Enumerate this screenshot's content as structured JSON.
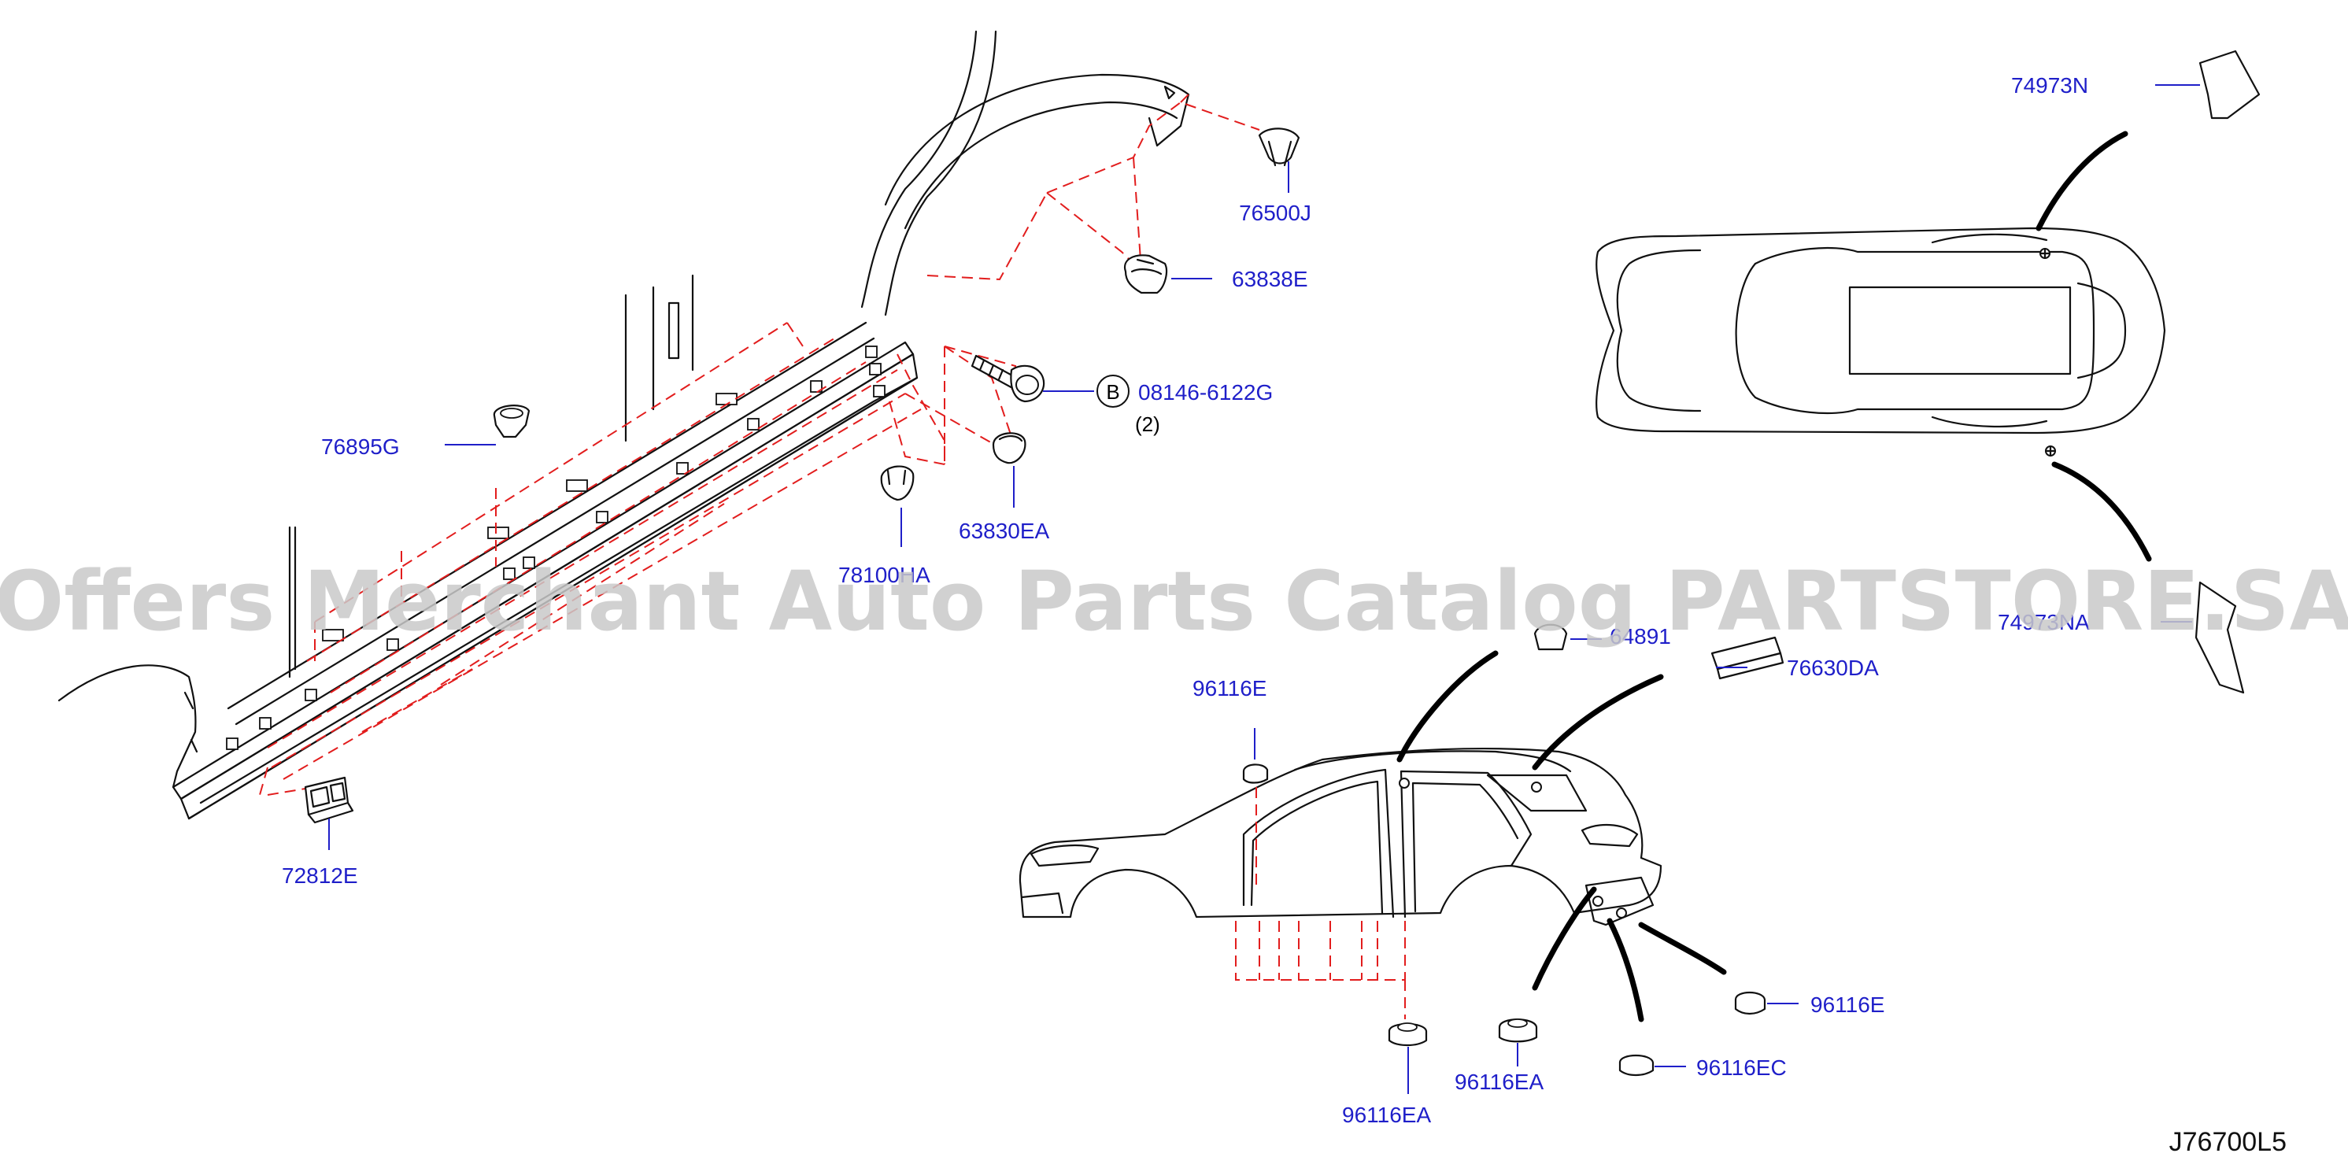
{
  "colors": {
    "label": "#1f1fc9",
    "leader": "#1f1fc9",
    "dashed_line": "#e21d1d",
    "outline": "#111111",
    "watermark": "#c9c9c9"
  },
  "watermark": "Offers Merchant Auto Parts Catalog PARTSTORE.SA",
  "diagram_code": "J76700L5",
  "bolt_symbol": "B",
  "bolt_qty": "(2)",
  "labels": {
    "p76500j": "76500J",
    "p63838e": "63838E",
    "p08146": "08146-6122G",
    "p76895g": "76895G",
    "p63830ea": "63830EA",
    "p78100ha": "78100HA",
    "p72812e": "72812E",
    "p74973n": "74973N",
    "p74973na": "74973NA",
    "p64891": "64891",
    "p76630da": "76630DA",
    "p96116e_top": "96116E",
    "p96116e_right": "96116E",
    "p96116ec": "96116EC",
    "p96116ea_mid": "96116EA",
    "p96116ea_bottom": "96116EA"
  }
}
